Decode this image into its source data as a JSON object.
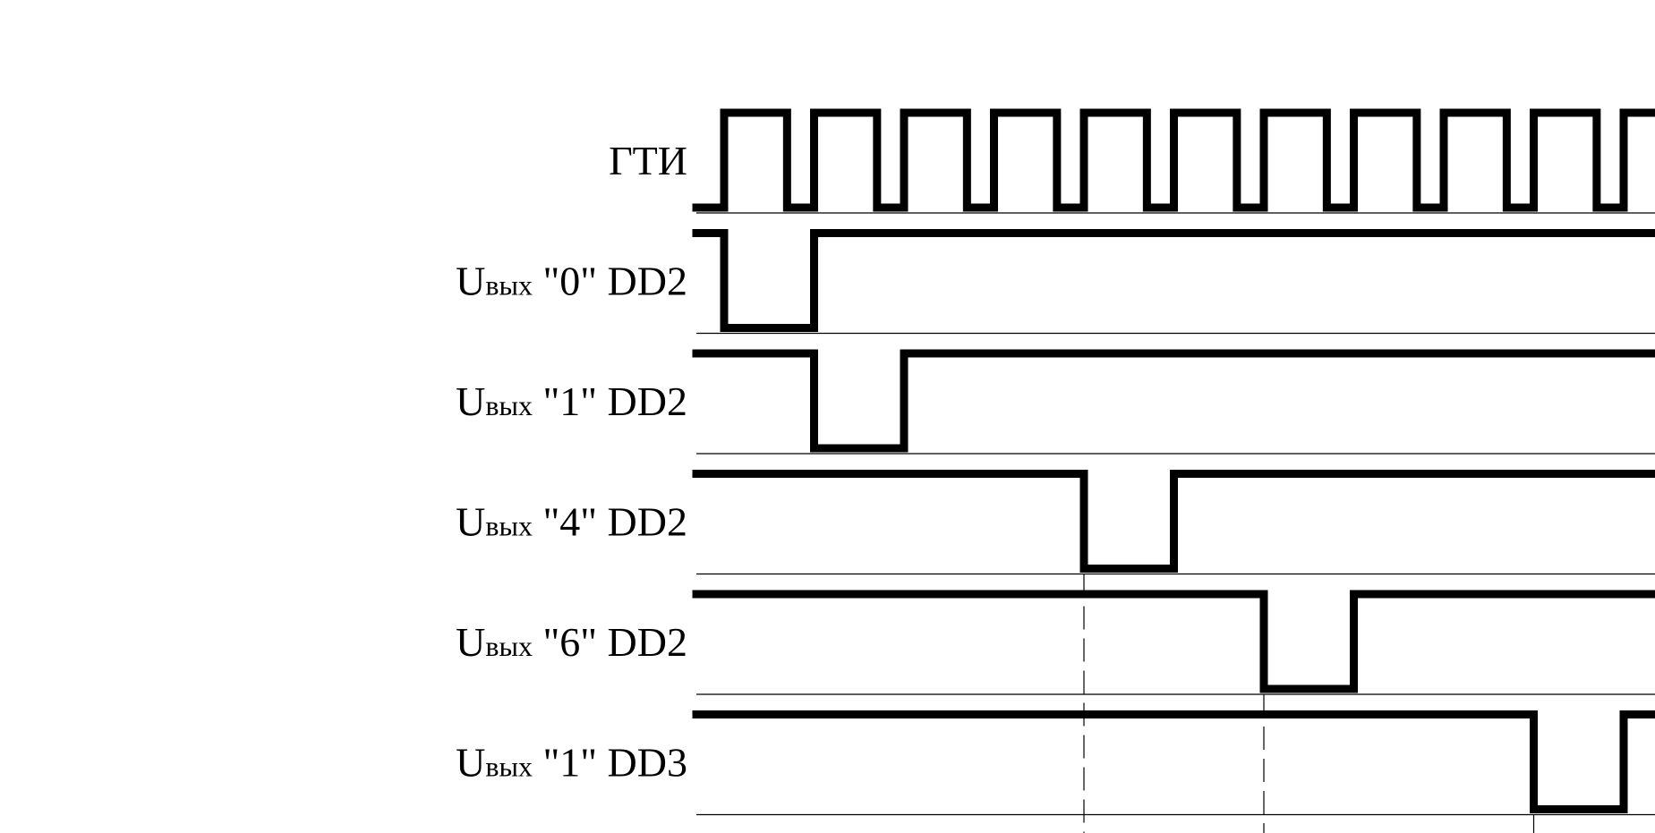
{
  "signals": [
    {
      "id": "gti",
      "label_main": "ГТИ",
      "label_sub": "",
      "label_suffix": "",
      "type": "clock"
    },
    {
      "id": "dd2_0",
      "label_main": "U",
      "label_sub": "вых",
      "label_suffix": " \"0\" DD2",
      "type": "pulse",
      "low_from_clk": 0,
      "low_to_clk": 1
    },
    {
      "id": "dd2_1",
      "label_main": "U",
      "label_sub": "вых",
      "label_suffix": " \"1\" DD2",
      "type": "pulse",
      "low_from_clk": 1,
      "low_to_clk": 2
    },
    {
      "id": "dd2_4",
      "label_main": "U",
      "label_sub": "вых",
      "label_suffix": " \"4\" DD2",
      "type": "pulse",
      "low_from_clk": 4,
      "low_to_clk": 5
    },
    {
      "id": "dd2_6",
      "label_main": "U",
      "label_sub": "вых",
      "label_suffix": " \"6\" DD2",
      "type": "pulse",
      "low_from_clk": 6,
      "low_to_clk": 7
    },
    {
      "id": "dd3_1",
      "label_main": "U",
      "label_sub": "вых",
      "label_suffix": " \"1\" DD3",
      "type": "pulse",
      "low_from_clk": 9,
      "low_to_clk": 10
    }
  ],
  "clock": {
    "periods_shown": 10.5,
    "duty_high": 0.7
  },
  "markers_at_clk": [
    4,
    6,
    9
  ],
  "colors": {
    "line": "#000000",
    "background": "#ffffff"
  }
}
